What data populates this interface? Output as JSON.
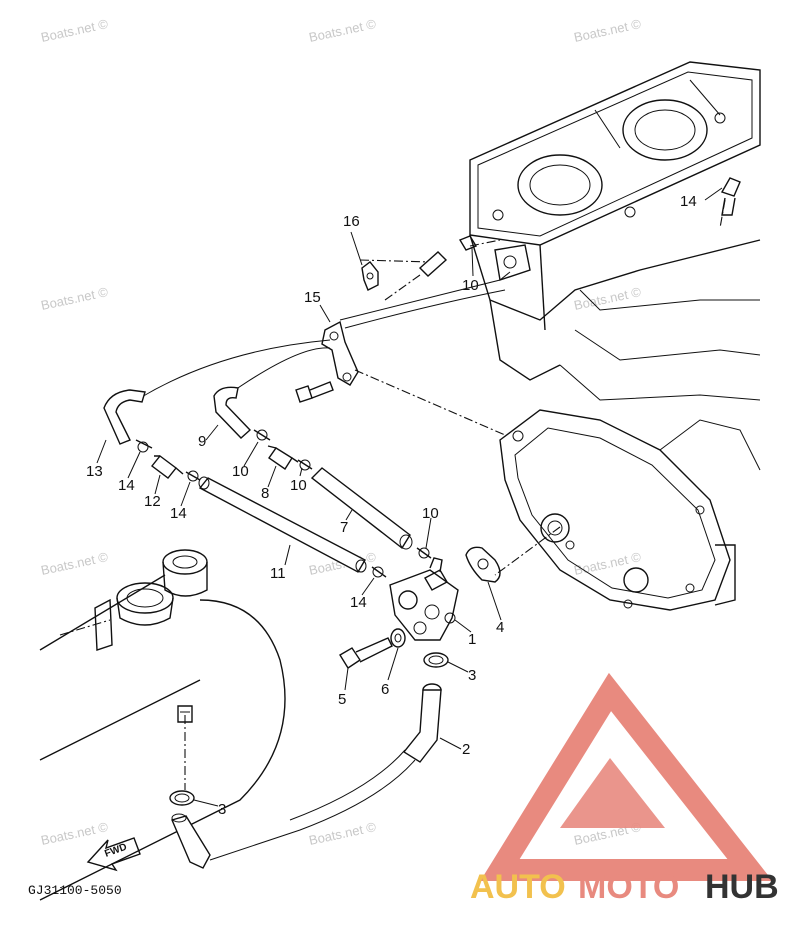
{
  "diagram_code": "GJ31100-5050",
  "fwd_label": "FWD",
  "watermark_text": "Boats.net ©",
  "brand": {
    "part1": "AUTO",
    "part2": "MOTO",
    "part3": "HUB",
    "color_red": "#e88a7f",
    "color_yellow": "#f2c14e",
    "color_dark": "#333333"
  },
  "callouts": [
    {
      "id": "c16",
      "label": "16"
    },
    {
      "id": "c15",
      "label": "15"
    },
    {
      "id": "c14a",
      "label": "14"
    },
    {
      "id": "c10a",
      "label": "10"
    },
    {
      "id": "c13",
      "label": "13"
    },
    {
      "id": "c14b",
      "label": "14"
    },
    {
      "id": "c12",
      "label": "12"
    },
    {
      "id": "c14c",
      "label": "14"
    },
    {
      "id": "c9",
      "label": "9"
    },
    {
      "id": "c10b",
      "label": "10"
    },
    {
      "id": "c8",
      "label": "8"
    },
    {
      "id": "c10c",
      "label": "10"
    },
    {
      "id": "c7",
      "label": "7"
    },
    {
      "id": "c10d",
      "label": "10"
    },
    {
      "id": "c11",
      "label": "11"
    },
    {
      "id": "c14d",
      "label": "14"
    },
    {
      "id": "c4",
      "label": "4"
    },
    {
      "id": "c1",
      "label": "1"
    },
    {
      "id": "c3a",
      "label": "3"
    },
    {
      "id": "c6",
      "label": "6"
    },
    {
      "id": "c5",
      "label": "5"
    },
    {
      "id": "c2",
      "label": "2"
    },
    {
      "id": "c3b",
      "label": "3"
    }
  ]
}
